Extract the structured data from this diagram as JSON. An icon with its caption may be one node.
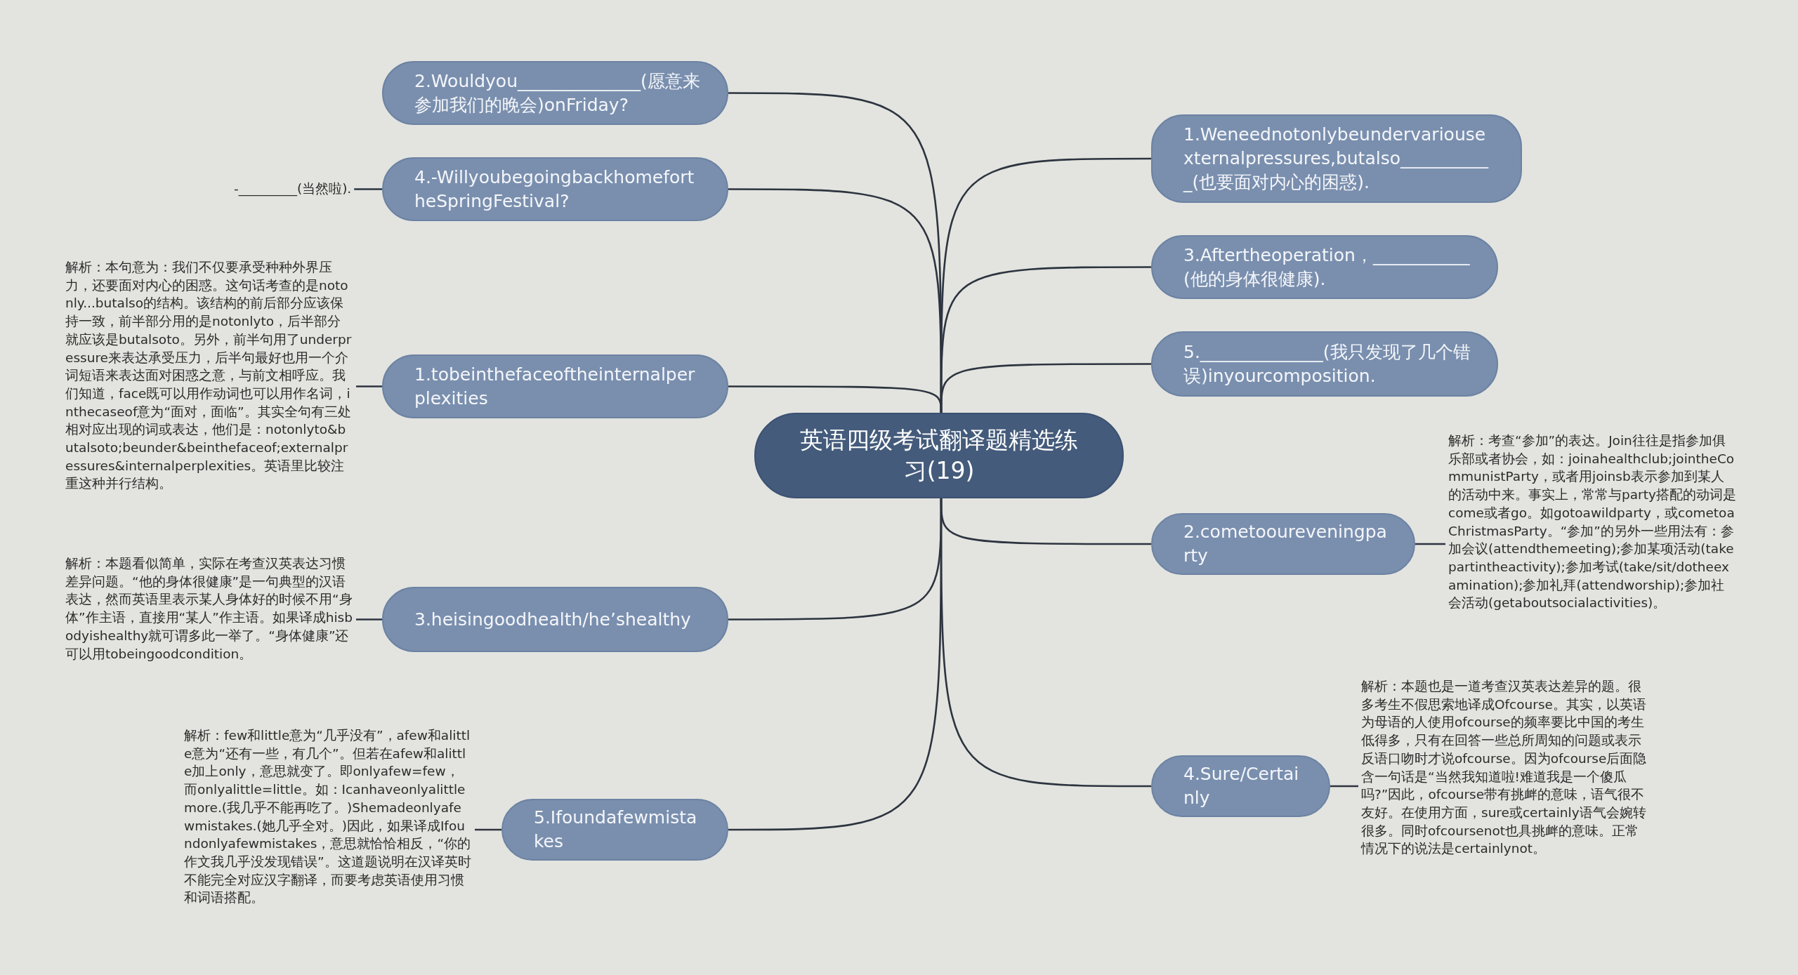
{
  "diagram": {
    "nodes": [
      {
        "text": [
          "英语四级考试翻译题精选练习(19)"
        ]
      },
      {
        "text": [
          "2.Wouldyou______________(愿意来参加我们的晚会)onFriday?"
        ]
      },
      {
        "text": [
          "4.-WillyoubegoingbackhomefortheSpringFestival?"
        ]
      },
      {
        "text": [
          "-_________(当然啦)."
        ]
      },
      {
        "text": [
          "1.tobeinthefaceoftheinternalperplexities"
        ]
      },
      {
        "text": [
          "解析：本句意为：我们不仅要承受种种外界压力，还要面对内心的困惑。这句话考查的是notonly...butalso的结构。该结构的前后部分应该保持一致，前半部分用的是notonlyto，后半部分就应该是butalsoto。另外，前半句用了underpressure来表达承受压力，后半句最好也用一个介词短语来表达面对困惑之意，与前文相呼应。我们知道，face既可以用作动词也可以用作名词，inthecaseof意为“面对，面临”。其实全句有三处相对应出现的词或表达，他们是：notonlyto&butalsoto;beunder&beinthefaceof;externalpressures&internalperplexities。英语里比较注重这种并行结构。"
        ]
      },
      {
        "text": [
          "3.heisingoodhealth/he’shealthy"
        ]
      },
      {
        "text": [
          "解析：本题看似简单，实际在考查汉英表达习惯差异问题。“他的身体很健康”是一句典型的汉语表达，然而英语里表示某人身体好的时候不用“身体”作主语，直接用“某人”作主语。如果译成hisbodyishealthy就可谓多此一举了。“身体健康”还可以用tobeingoodcondition。"
        ]
      },
      {
        "text": [
          "5.Ifoundafewmistakes"
        ]
      },
      {
        "text": [
          "解析：few和little意为“几乎没有”，afew和alittle意为“还有一些，有几个”。但若在afew和alittle加上only，意思就变了。即onlyafew=few，而onlyalittle=little。如：Icanhaveonlyalittlemore.(我几乎不能再吃了。)Shemadeonlyafewmistakes.(她几乎全对。)因此，如果译成Ifoundonlyafewmistakes，意思就恰恰相反，“你的作文我几乎没发现错误”。这道题说明在汉译英时不能完全对应汉字翻译，而要考虑英语使用习惯和词语搭配。"
        ]
      },
      {
        "text": [
          "1.Weneednotonlybeundervariousexternalpressures,butalso___________(也要面对内心的困惑)."
        ]
      },
      {
        "text": [
          "3.Aftertheoperation，___________(他的身体很健康)."
        ]
      },
      {
        "text": [
          "5.______________(我只发现了几个错误)inyourcomposition."
        ]
      },
      {
        "text": [
          "2.cometooureveningparty"
        ]
      },
      {
        "text": [
          "解析：考查“参加”的表达。Join往往是指参加俱乐部或者协会，如：joinahealthclub;jointheCommunistParty，或者用joinsb表示参加到某人的活动中来。事实上，常常与party搭配的动词是come或者go。如gotoawildparty，或cometoaChristmasParty。“参加”的另外一些用法有：参加会议(attendthemeeting);参加某项活动(takepartintheactivity);参加考试(take/sit/dotheexamination);参加礼拜(attendworship);参加社会活动(getaboutsocialactivities)。"
        ]
      },
      {
        "text": [
          "4.Sure/Certainly"
        ]
      },
      {
        "text": [
          "解析：本题也是一道考查汉英表达差异的题。很多考生不假思索地译成Ofcourse。其实，以英语为母语的人使用ofcourse的频率要比中国的考生低得多，只有在回答一些总所周知的问题或表示反语口吻时才说ofcourse。因为ofcourse后面隐含一句话是“当然我知道啦!难道我是一个傻瓜吗?”因此，ofcourse带有挑衅的意味，语气很不友好。在使用方面，sure或certainly语气会婉转很多。同时ofcoursenot也具挑衅的意味。正常情况下的说法是certainlynot。"
        ]
      }
    ],
    "edges": [
      {
        "from": 0,
        "to": 1,
        "arrow": "none"
      },
      {
        "from": 0,
        "to": 2,
        "arrow": "none"
      },
      {
        "from": 2,
        "to": 3,
        "arrow": "none"
      },
      {
        "from": 0,
        "to": 4,
        "arrow": "none"
      },
      {
        "from": 4,
        "to": 5,
        "arrow": "none"
      },
      {
        "from": 0,
        "to": 6,
        "arrow": "none"
      },
      {
        "from": 6,
        "to": 7,
        "arrow": "none"
      },
      {
        "from": 0,
        "to": 8,
        "arrow": "none"
      },
      {
        "from": 8,
        "to": 9,
        "arrow": "none"
      },
      {
        "from": 0,
        "to": 10,
        "arrow": "none"
      },
      {
        "from": 0,
        "to": 11,
        "arrow": "none"
      },
      {
        "from": 0,
        "to": 12,
        "arrow": "none"
      },
      {
        "from": 0,
        "to": 13,
        "arrow": "none"
      },
      {
        "from": 13,
        "to": 14,
        "arrow": "none"
      },
      {
        "from": 0,
        "to": 15,
        "arrow": "none"
      },
      {
        "from": 15,
        "to": 16,
        "arrow": "none"
      }
    ]
  }
}
